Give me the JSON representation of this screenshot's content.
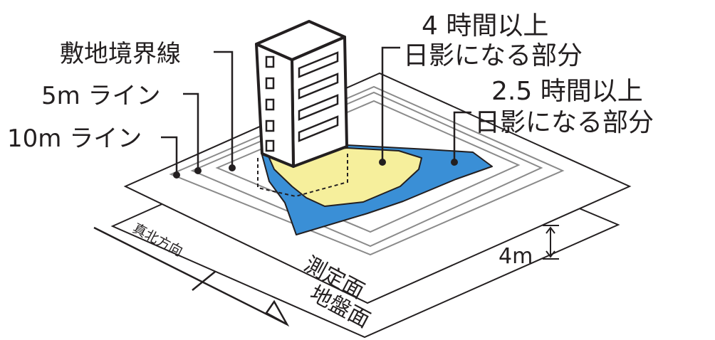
{
  "labels": {
    "site_boundary": "敷地境界線",
    "line_5m": "5m ライン",
    "line_10m": "10m ライン",
    "shadow_4h_line1": "4 時間以上",
    "shadow_4h_line2": "日影になる部分",
    "shadow_2_5h_line1": "2.5 時間以上",
    "shadow_2_5h_line2": "日影になる部分",
    "measurement_plane": "測定面",
    "ground_plane": "地盤面",
    "true_north": "真北方向",
    "height": "4m"
  },
  "colors": {
    "shadow_4h": "#f6ef9c",
    "shadow_2_5h": "#3a8fd6",
    "line": "#231f20",
    "grid_line": "#8a8a8a",
    "background": "#ffffff"
  }
}
